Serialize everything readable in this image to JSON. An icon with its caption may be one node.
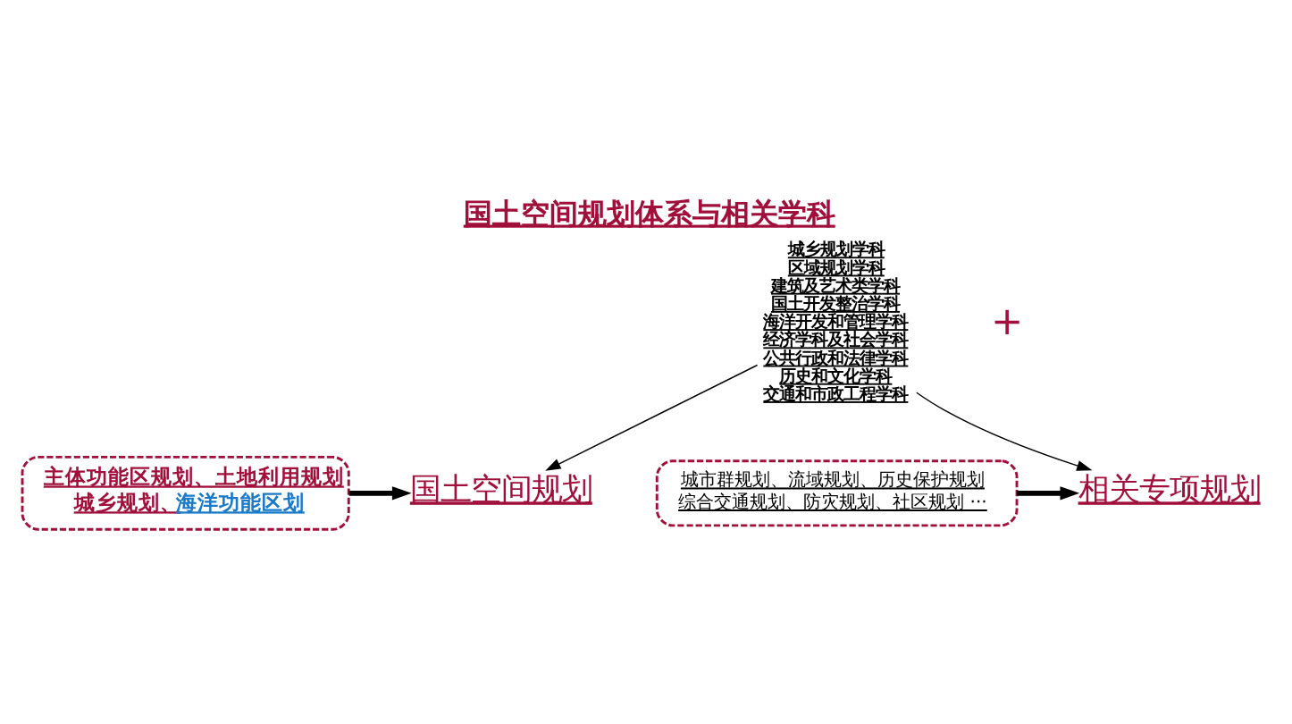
{
  "diagram": {
    "title": "国土空间规划体系与相关学科",
    "nodes": [
      {
        "text": [
          "主体功能区规划、土地利用规划",
          "城乡规划、",
          "海洋功能区划"
        ]
      },
      {
        "text": [
          "国土空间规划"
        ]
      },
      {
        "text": [
          "城乡规划学科",
          "区域规划学科",
          "建筑及艺术类学科",
          "国土开发整治学科",
          "海洋开发和管理学科",
          "经济学科及社会学科",
          "公共行政和法律学科",
          "历史和文化学科",
          "交通和市政工程学科"
        ]
      },
      {
        "text": [
          "城市群规划、流域规划、历史保护规划",
          "综合交通规划、防灾规划、社区规划 ···"
        ]
      },
      {
        "text": [
          "相关专项规划"
        ]
      }
    ],
    "edges": [
      {
        "from": 0,
        "to": 1,
        "arrow": "to",
        "style": "thick"
      },
      {
        "from": 2,
        "to": 1,
        "arrow": "to"
      },
      {
        "from": 2,
        "to": 4,
        "arrow": "to"
      },
      {
        "from": 3,
        "to": 4,
        "arrow": "to",
        "style": "thick"
      }
    ],
    "labels": [
      "+"
    ]
  }
}
